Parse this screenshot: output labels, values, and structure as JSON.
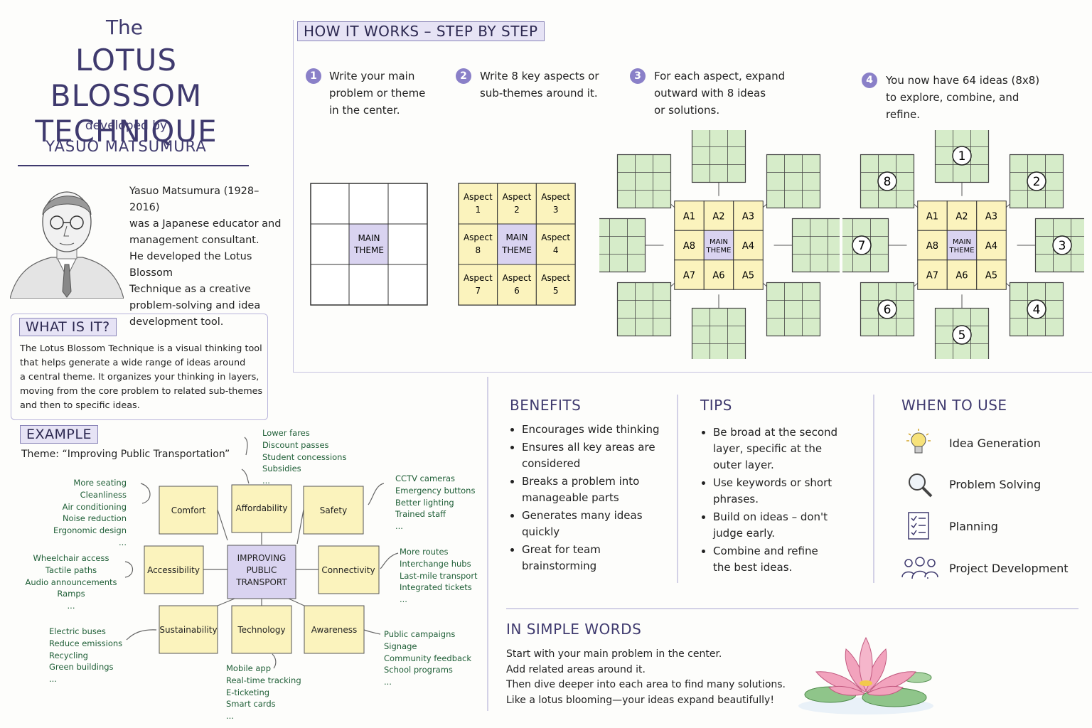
{
  "header": {
    "the": "The",
    "title_line1": "LOTUS BLOSSOM",
    "title_line2": "TECHNIQUE",
    "developed_by": "developed by",
    "developer": "YASUO MATSUMURA"
  },
  "bio": [
    "Yasuo Matsumura (1928–2016)",
    "was a Japanese educator and",
    "management consultant.",
    "He developed the Lotus Blossom",
    "Technique as a creative",
    "problem-solving and idea",
    "development tool."
  ],
  "what": {
    "heading": "WHAT IS IT?",
    "lines": [
      "The Lotus Blossom Technique is a visual thinking tool",
      "that helps generate a wide range of ideas around",
      "a central theme. It organizes your thinking in layers,",
      "moving from the core problem to related sub-themes",
      "and then to specific ideas."
    ]
  },
  "example": {
    "heading": "EXAMPLE",
    "theme": "Theme: “Improving Public Transportation”",
    "center": [
      "IMPROVING",
      "PUBLIC",
      "TRANSPORT"
    ],
    "boxes": {
      "comfort": "Comfort",
      "affordability": "Affordability",
      "safety": "Safety",
      "accessibility": "Accessibility",
      "connectivity": "Connectivity",
      "sustainability": "Sustainability",
      "technology": "Technology",
      "awareness": "Awareness"
    },
    "ideas": {
      "comfort": [
        "More seating",
        "Cleanliness",
        "Air conditioning",
        "Noise reduction",
        "Ergonomic design",
        "..."
      ],
      "affordability": [
        "Lower fares",
        "Discount passes",
        "Student concessions",
        "Subsidies",
        "..."
      ],
      "safety": [
        "CCTV cameras",
        "Emergency buttons",
        "Better lighting",
        "Trained staff",
        "..."
      ],
      "accessibility": [
        "Wheelchair access",
        "Tactile paths",
        "Audio announcements",
        "Ramps",
        "..."
      ],
      "connectivity": [
        "More routes",
        "Interchange hubs",
        "Last-mile transport",
        "Integrated tickets",
        "..."
      ],
      "sustainability": [
        "Electric buses",
        "Reduce emissions",
        "Recycling",
        "Green buildings",
        "..."
      ],
      "technology": [
        "Mobile app",
        "Real-time tracking",
        "E-ticketing",
        "Smart cards",
        "..."
      ],
      "awareness": [
        "Public campaigns",
        "Signage",
        "Community feedback",
        "School programs",
        "..."
      ]
    }
  },
  "how": {
    "heading": "HOW IT WORKS – STEP BY STEP",
    "steps": [
      {
        "num": "1",
        "lines": [
          "Write your main",
          "problem or theme",
          "in the center."
        ]
      },
      {
        "num": "2",
        "lines": [
          "Write 8 key aspects or",
          "sub-themes around it."
        ]
      },
      {
        "num": "3",
        "lines": [
          "For each aspect, expand",
          "outward with 8 ideas",
          "or solutions."
        ]
      },
      {
        "num": "4",
        "lines": [
          "You now have 64 ideas (8x8)",
          "to explore, combine, and",
          "refine."
        ]
      }
    ],
    "grid1_center": [
      "MAIN",
      "THEME"
    ],
    "grid2_cells": [
      [
        "Aspect",
        "1"
      ],
      [
        "Aspect",
        "2"
      ],
      [
        "Aspect",
        "3"
      ],
      [
        "Aspect",
        "8"
      ],
      [
        "MAIN",
        "THEME"
      ],
      [
        "Aspect",
        "4"
      ],
      [
        "Aspect",
        "7"
      ],
      [
        "Aspect",
        "6"
      ],
      [
        "Aspect",
        "5"
      ]
    ],
    "grid3_cells": [
      "A1",
      "A2",
      "A3",
      "A8",
      "MAIN THEME",
      "A4",
      "A7",
      "A6",
      "A5"
    ],
    "grid4_numbers": [
      "1",
      "2",
      "3",
      "4",
      "5",
      "6",
      "7",
      "8"
    ]
  },
  "benefits": {
    "heading": "BENEFITS",
    "items": [
      [
        "Encourages wide thinking"
      ],
      [
        "Ensures all key areas are",
        "considered"
      ],
      [
        "Breaks a problem into",
        "manageable parts"
      ],
      [
        "Generates many ideas",
        "quickly"
      ],
      [
        "Great for team",
        "brainstorming"
      ]
    ]
  },
  "tips": {
    "heading": "TIPS",
    "items": [
      [
        "Be broad at the second",
        "layer, specific at the",
        "outer layer."
      ],
      [
        "Use keywords or short",
        "phrases."
      ],
      [
        "Build on ideas – don't",
        "judge early."
      ],
      [
        "Combine and refine",
        "the best ideas."
      ]
    ]
  },
  "when": {
    "heading": "WHEN TO USE",
    "items": [
      {
        "icon": "lightbulb-icon",
        "label": "Idea Generation"
      },
      {
        "icon": "magnifier-icon",
        "label": "Problem Solving"
      },
      {
        "icon": "checklist-icon",
        "label": "Planning"
      },
      {
        "icon": "team-icon",
        "label": "Project Development"
      }
    ]
  },
  "simple": {
    "heading": "IN SIMPLE WORDS",
    "lines": [
      "Start with your main problem in the center.",
      "Add related areas around it.",
      "Then dive deeper into each area to find many solutions.",
      "Like a lotus blooming—your ideas expand beautifully!"
    ]
  },
  "colors": {
    "accent": "#3f3a6e",
    "center_purple": "#d9d3f0",
    "aspect_yellow": "#fbf3bd",
    "idea_green": "#d6ecc9",
    "lotus_pink": "#f2a3bd"
  }
}
